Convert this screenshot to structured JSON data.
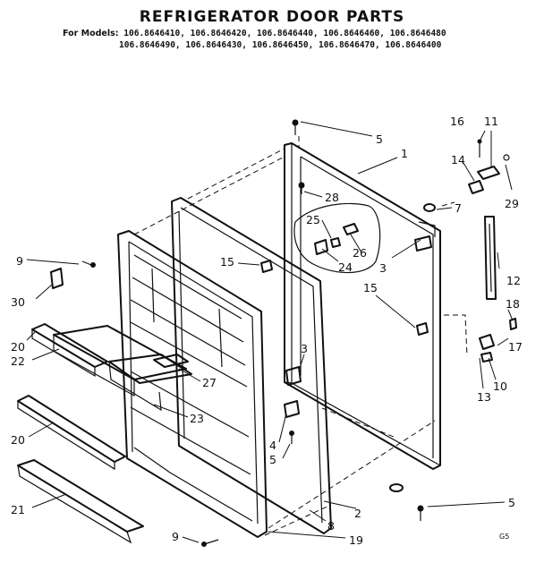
{
  "header": {
    "title": "REFRIGERATOR DOOR PARTS",
    "models_label": "For Models:",
    "models_line1": "106.8646410, 106.8646420, 106.8646440, 106.8646460, 106.8646480",
    "models_line2": "106.8646490, 106.8646430, 106.8646450, 106.8646470, 106.8646400"
  },
  "callouts": [
    {
      "id": "c5a",
      "text": "5"
    },
    {
      "id": "c1",
      "text": "1"
    },
    {
      "id": "c16",
      "text": "16"
    },
    {
      "id": "c11",
      "text": "11"
    },
    {
      "id": "c14",
      "text": "14"
    },
    {
      "id": "c28",
      "text": "28"
    },
    {
      "id": "c29",
      "text": "29"
    },
    {
      "id": "c7",
      "text": "7"
    },
    {
      "id": "c25",
      "text": "25"
    },
    {
      "id": "c26",
      "text": "26"
    },
    {
      "id": "c24",
      "text": "24"
    },
    {
      "id": "c3a",
      "text": "3"
    },
    {
      "id": "c12",
      "text": "12"
    },
    {
      "id": "c15a",
      "text": "15"
    },
    {
      "id": "c15b",
      "text": "15"
    },
    {
      "id": "c18",
      "text": "18"
    },
    {
      "id": "c9a",
      "text": "9"
    },
    {
      "id": "c30",
      "text": "30"
    },
    {
      "id": "c3b",
      "text": "3"
    },
    {
      "id": "c17",
      "text": "17"
    },
    {
      "id": "c10",
      "text": "10"
    },
    {
      "id": "c13",
      "text": "13"
    },
    {
      "id": "c20a",
      "text": "20"
    },
    {
      "id": "c22",
      "text": "22"
    },
    {
      "id": "c27",
      "text": "27"
    },
    {
      "id": "c23",
      "text": "23"
    },
    {
      "id": "c20b",
      "text": "20"
    },
    {
      "id": "c4",
      "text": "4"
    },
    {
      "id": "c5b",
      "text": "5"
    },
    {
      "id": "c5c",
      "text": "5"
    },
    {
      "id": "c2",
      "text": "2"
    },
    {
      "id": "c8",
      "text": "8"
    },
    {
      "id": "c21",
      "text": "21"
    },
    {
      "id": "c9b",
      "text": "9"
    },
    {
      "id": "c19",
      "text": "19"
    }
  ],
  "drawing_code": "G5"
}
